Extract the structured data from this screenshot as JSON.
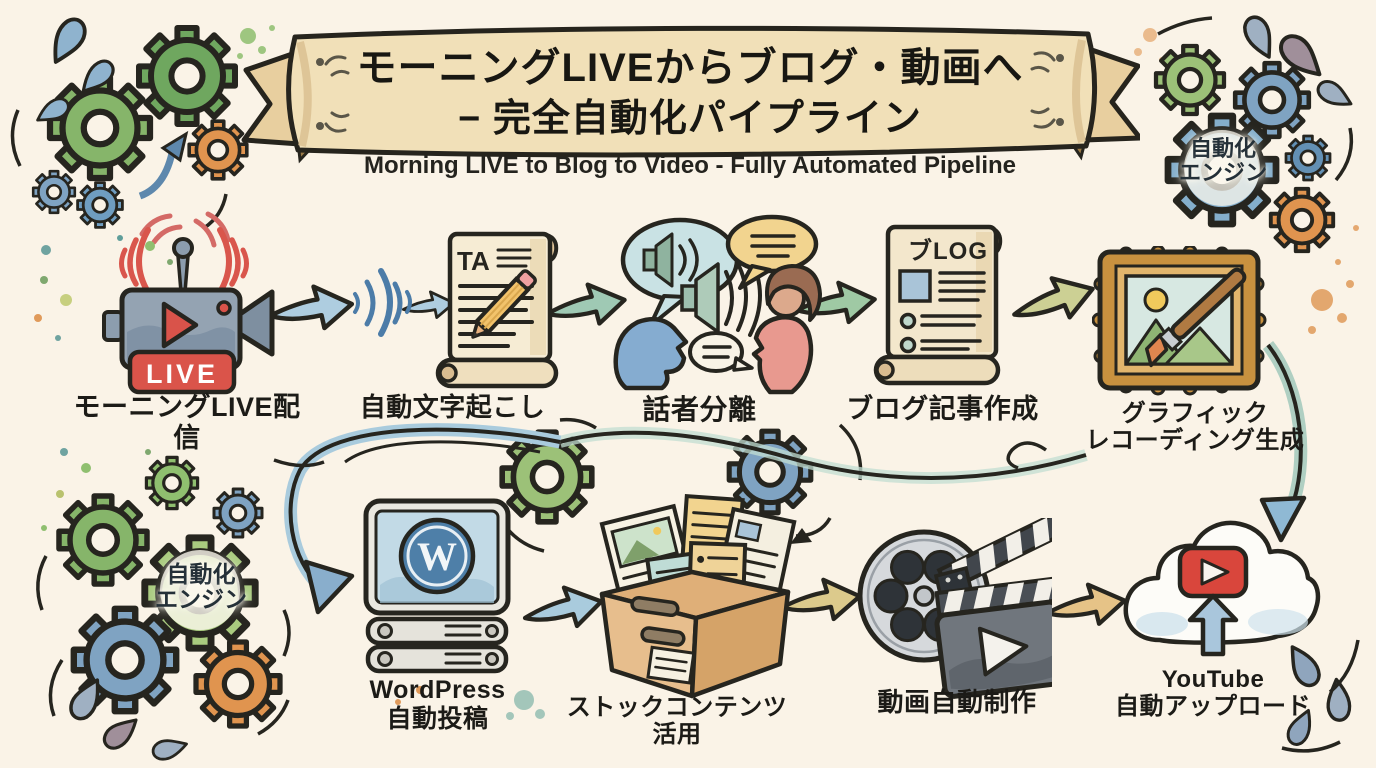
{
  "banner": {
    "title_line1": "モーニングLIVEからブログ・動画へ",
    "title_line2": "− 完全自動化パイプライン",
    "subtitle": "Morning LIVE to Blog to Video - Fully Automated Pipeline"
  },
  "engine": {
    "top_right": {
      "line1": "自動化",
      "line2": "エンジン"
    },
    "bottom_left": {
      "line1": "自動化",
      "line2": "エンジン"
    }
  },
  "steps": {
    "live": {
      "icon": "live-camera-icon",
      "label": "モーニングLIVE配信",
      "badge": "LIVE"
    },
    "transcribe": {
      "icon": "transcript-scroll-icon",
      "label": "自動文字起こし",
      "doc_text": "TA"
    },
    "diarize": {
      "icon": "speakers-chat-icon",
      "label": "話者分離"
    },
    "blog": {
      "icon": "blog-scroll-icon",
      "label": "ブログ記事作成",
      "doc_text": "ブLOG"
    },
    "graphic": {
      "icon": "picture-frame-brush-icon",
      "label_line1": "グラフィック",
      "label_line2": "レコーディング生成"
    },
    "wordpress": {
      "icon": "wordpress-server-icon",
      "label_line1": "WordPress",
      "label_line2": "自動投稿",
      "logo": "W"
    },
    "stock": {
      "icon": "stock-content-box-icon",
      "label": "ストックコンテンツ活用"
    },
    "video": {
      "icon": "film-clapperboard-icon",
      "label": "動画自動制作"
    },
    "youtube": {
      "icon": "youtube-cloud-upload-icon",
      "label_line1": "YouTube",
      "label_line2": "自動アップロード"
    }
  },
  "colors": {
    "background": "#FAF3E7",
    "outline": "#26251F",
    "banner_tan": "#F1E0B8",
    "gear_green": "#8FBF6F",
    "gear_blue": "#7FA3C2",
    "gear_orange": "#E0944F",
    "live_red": "#D9534A",
    "youtube_red": "#D9463C",
    "wordpress_blue": "#4E7FA8",
    "arrow_blue": "#AECDE0",
    "arrow_teal": "#9FC9B4",
    "arrow_yellow": "#E6C387",
    "box_tan": "#E3B887"
  }
}
